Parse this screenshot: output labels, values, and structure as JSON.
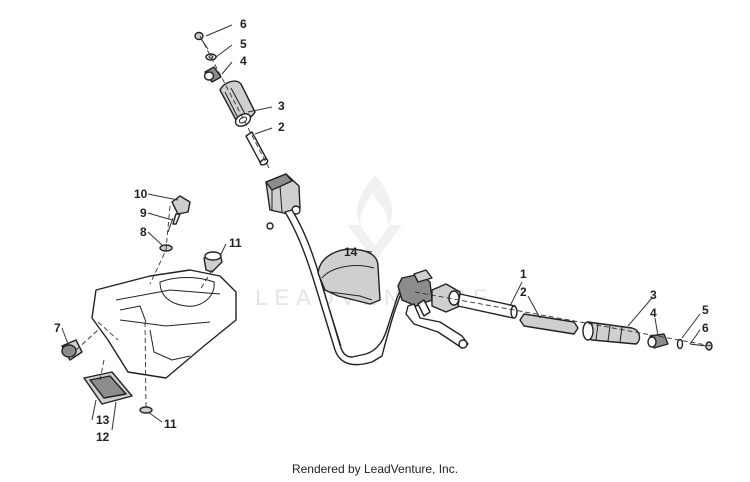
{
  "watermark": {
    "text": "LEADVENTURE"
  },
  "footer": {
    "credit": "Rendered by LeadVenture, Inc."
  },
  "callouts": [
    {
      "id": "r6",
      "label": "6"
    },
    {
      "id": "r5",
      "label": "5"
    },
    {
      "id": "r4",
      "label": "4"
    },
    {
      "id": "r3",
      "label": "3"
    },
    {
      "id": "r2",
      "label": "2"
    },
    {
      "id": "l10",
      "label": "10"
    },
    {
      "id": "l9",
      "label": "9"
    },
    {
      "id": "l8",
      "label": "8"
    },
    {
      "id": "l11a",
      "label": "11"
    },
    {
      "id": "c14",
      "label": "14"
    },
    {
      "id": "l7",
      "label": "7"
    },
    {
      "id": "l13",
      "label": "13"
    },
    {
      "id": "l12",
      "label": "12"
    },
    {
      "id": "l11b",
      "label": "11"
    },
    {
      "id": "m1",
      "label": "1"
    },
    {
      "id": "m2",
      "label": "2"
    },
    {
      "id": "b3",
      "label": "3"
    },
    {
      "id": "b4",
      "label": "4"
    },
    {
      "id": "b5",
      "label": "5"
    },
    {
      "id": "b6",
      "label": "6"
    }
  ]
}
